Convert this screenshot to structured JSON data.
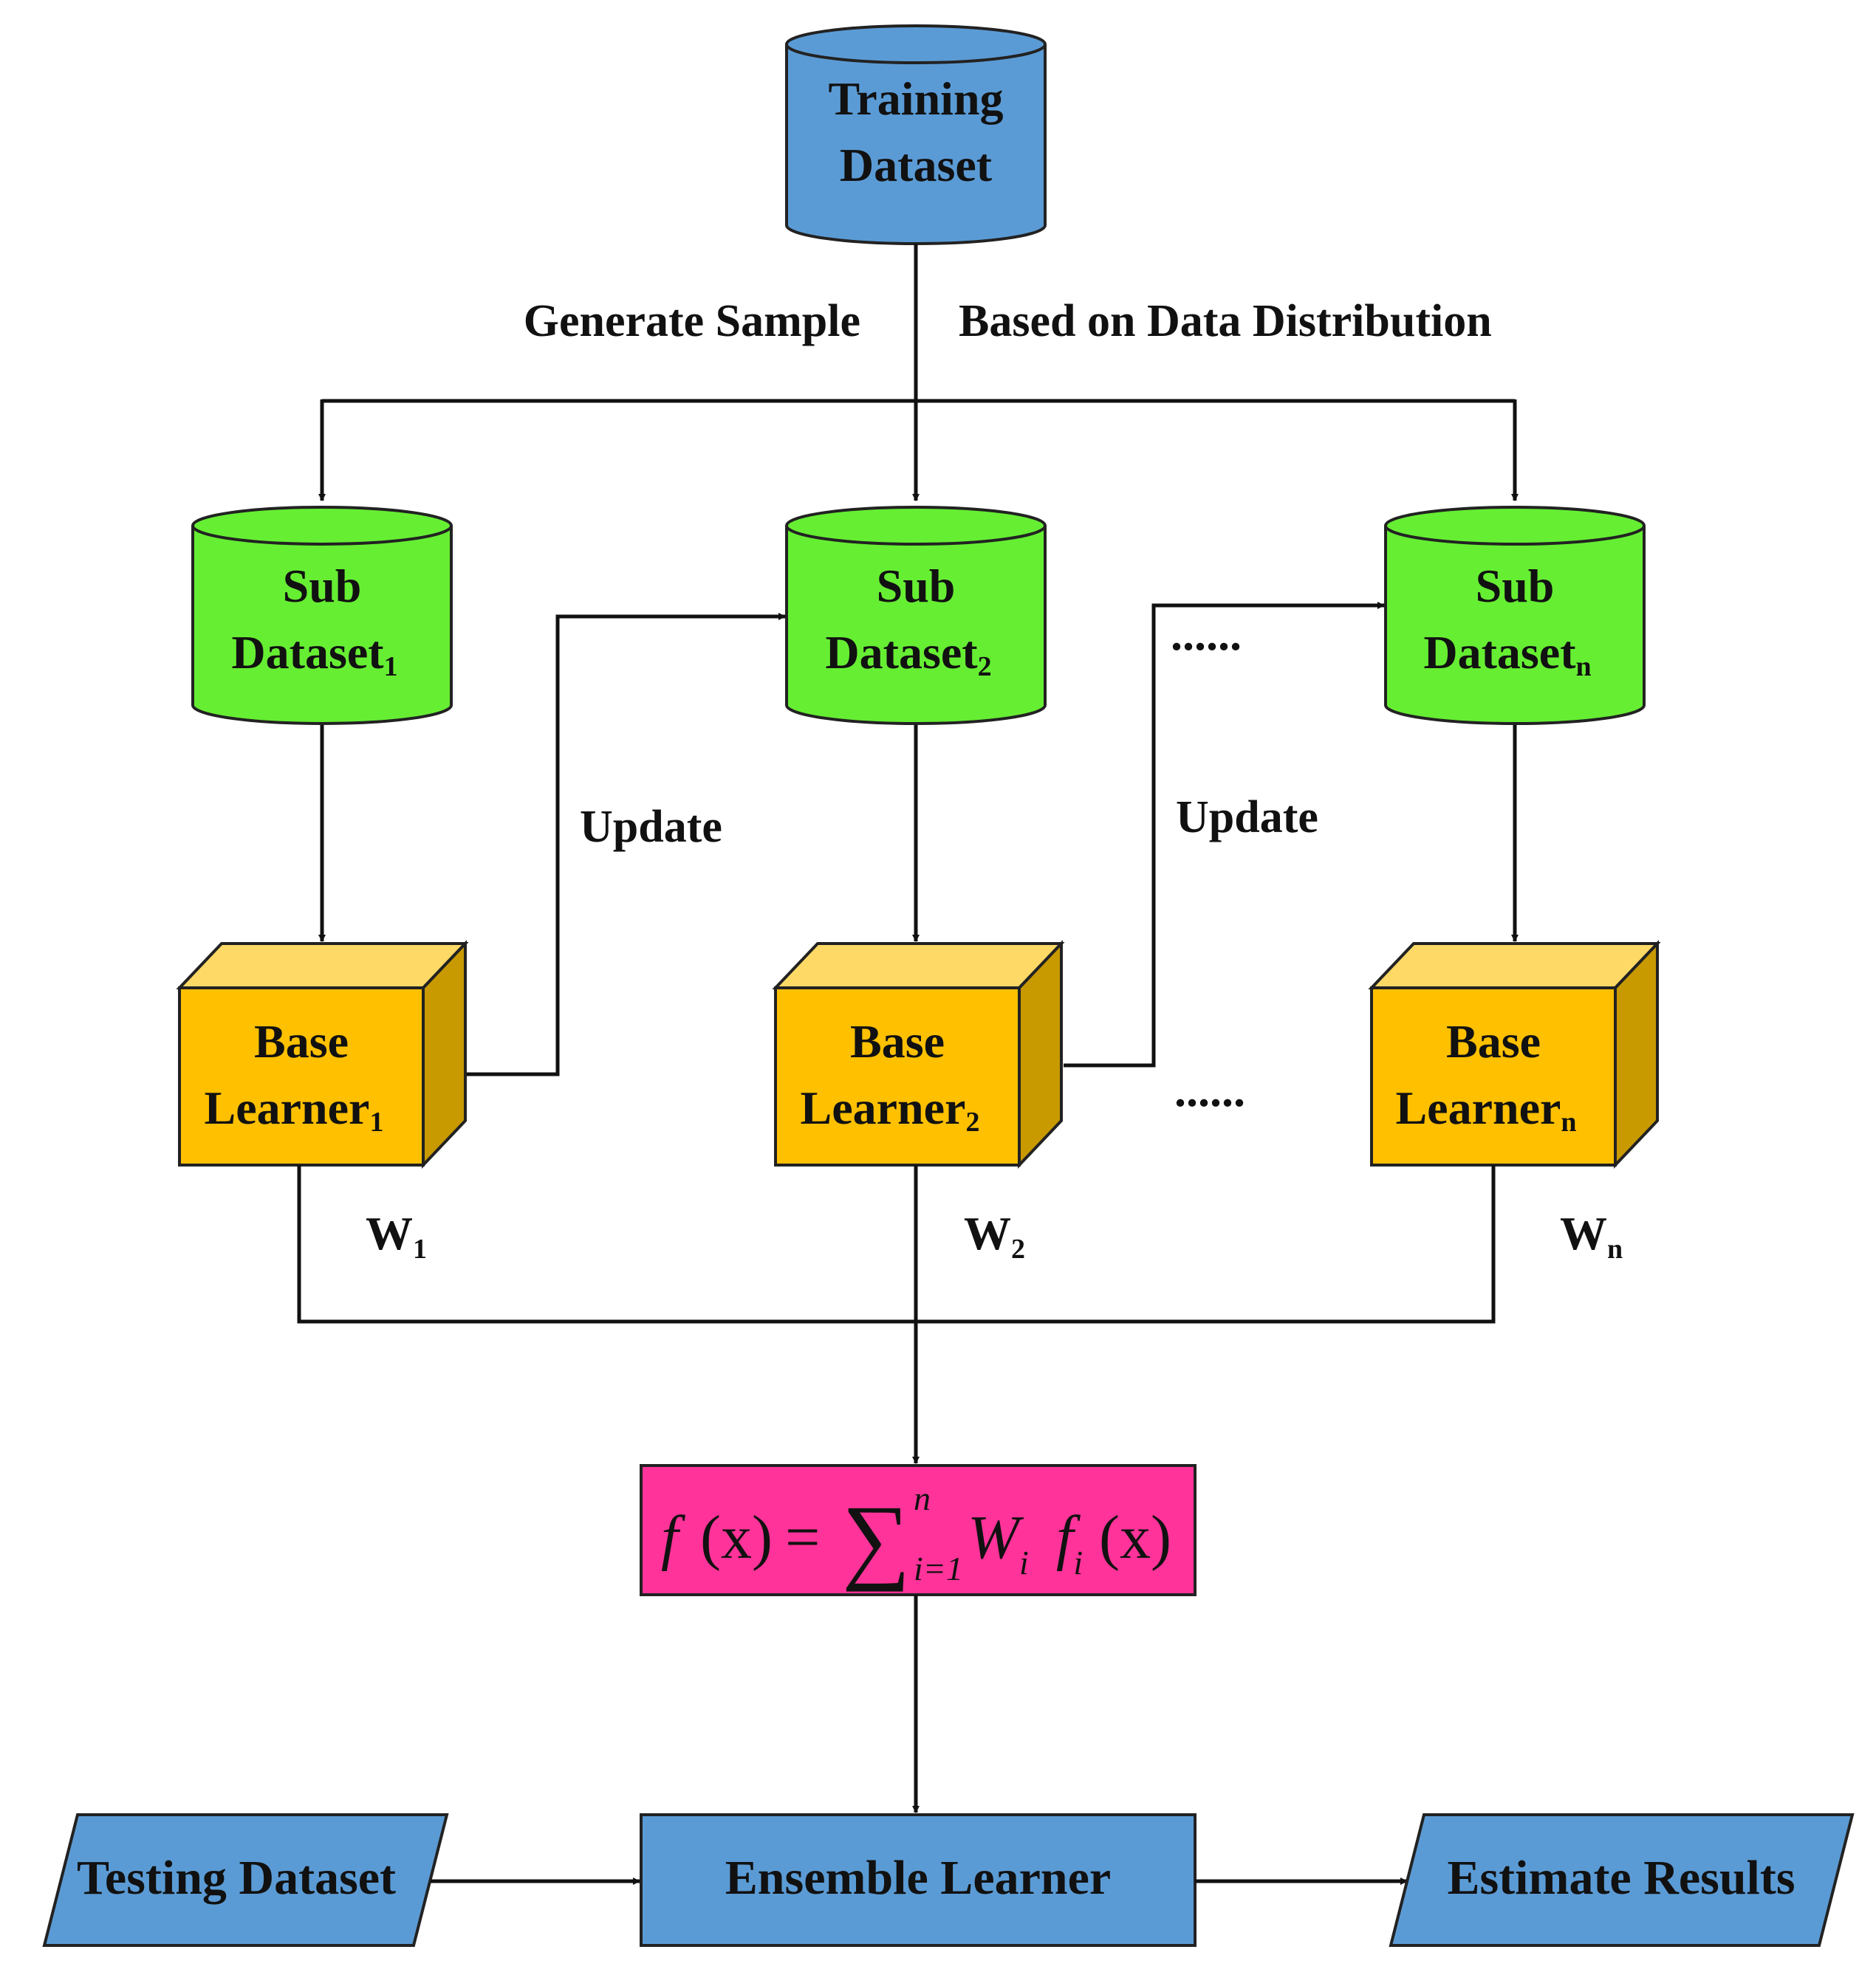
{
  "colors": {
    "training": "#5b9bd5",
    "subdataset": "#66ee33",
    "learner_front": "#ffc000",
    "learner_top": "#ffd966",
    "learner_side": "#c89a00",
    "formula_box": "#ff3399",
    "io_box": "#5b9bd5",
    "line": "#111111"
  },
  "training": {
    "line1": "Training",
    "line2": "Dataset"
  },
  "sample_labels": {
    "left": "Generate Sample",
    "right": "Based on Data Distribution"
  },
  "sub_datasets": [
    {
      "line1": "Sub",
      "line2": "Dataset",
      "sub": "1"
    },
    {
      "line1": "Sub",
      "line2": "Dataset",
      "sub": "2"
    },
    {
      "line1": "Sub",
      "line2": "Dataset",
      "sub": "n"
    }
  ],
  "base_learners": [
    {
      "line1": "Base",
      "line2": "Learner",
      "sub": "1"
    },
    {
      "line1": "Base",
      "line2": "Learner",
      "sub": "2"
    },
    {
      "line1": "Base",
      "line2": "Learner",
      "sub": "n"
    }
  ],
  "update_labels": [
    "Update",
    "Update"
  ],
  "ellipses": [
    "......",
    "......"
  ],
  "weights": [
    {
      "base": "W",
      "sub": "1"
    },
    {
      "base": "W",
      "sub": "2"
    },
    {
      "base": "W",
      "sub": "n"
    }
  ],
  "formula": {
    "lhs_f": "f",
    "lhs_paren": "(x)",
    "equals": "=",
    "sigma": "∑",
    "upper": "n",
    "lower": "i=1",
    "w": "W",
    "w_sub": "i",
    "f": "f",
    "f_sub": "i",
    "arg": "(x)"
  },
  "testing_dataset": "Testing Dataset",
  "ensemble_learner": "Ensemble Learner",
  "estimate_results": "Estimate Results"
}
